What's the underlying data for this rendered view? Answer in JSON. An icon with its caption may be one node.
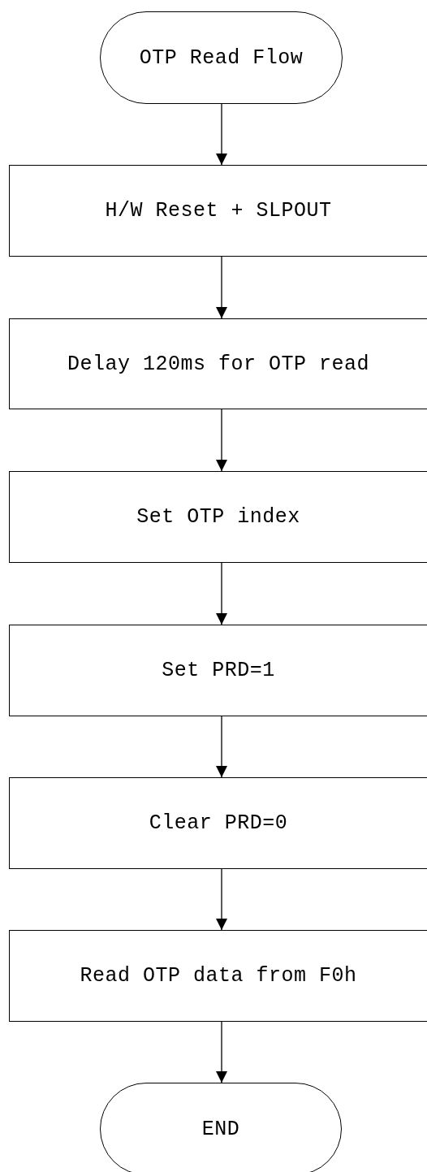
{
  "diagram": {
    "nodes": [
      {
        "text": [
          "OTP Read Flow"
        ]
      },
      {
        "text": [
          "H/W Reset + SLPOUT"
        ]
      },
      {
        "text": [
          "Delay 120ms for OTP read"
        ]
      },
      {
        "text": [
          "Set OTP index"
        ]
      },
      {
        "text": [
          "Set PRD=1"
        ]
      },
      {
        "text": [
          "Clear PRD=0"
        ]
      },
      {
        "text": [
          "Read OTP data from F0h"
        ]
      },
      {
        "text": [
          "END"
        ]
      }
    ],
    "edges": [
      {
        "from": 0,
        "to": 1,
        "arrow": "to"
      },
      {
        "from": 1,
        "to": 2,
        "arrow": "to"
      },
      {
        "from": 2,
        "to": 3,
        "arrow": "to"
      },
      {
        "from": 3,
        "to": 4,
        "arrow": "to"
      },
      {
        "from": 4,
        "to": 5,
        "arrow": "to"
      },
      {
        "from": 5,
        "to": 6,
        "arrow": "to"
      },
      {
        "from": 6,
        "to": 7,
        "arrow": "to"
      }
    ]
  }
}
